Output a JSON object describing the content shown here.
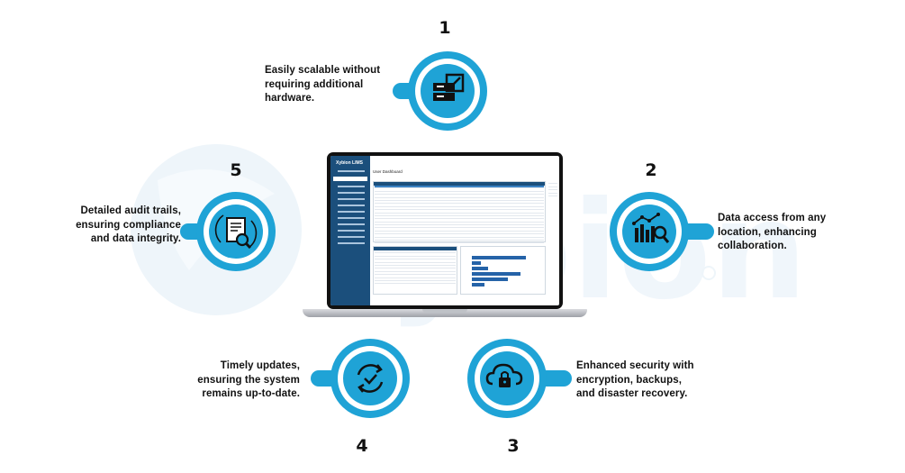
{
  "features": [
    {
      "number": "1",
      "text_lines": [
        "Easily scalable without",
        "requiring additional",
        "hardware."
      ],
      "icon": "server-scale-icon"
    },
    {
      "number": "2",
      "text_lines": [
        "Data access from any",
        "location, enhancing",
        "collaboration."
      ],
      "icon": "data-search-icon"
    },
    {
      "number": "3",
      "text_lines": [
        "Enhanced security with",
        "encryption, backups,",
        "and disaster recovery."
      ],
      "icon": "cloud-lock-icon"
    },
    {
      "number": "4",
      "text_lines": [
        "Timely updates,",
        "ensuring the system",
        "remains up-to-date."
      ],
      "icon": "sync-check-icon"
    },
    {
      "number": "5",
      "text_lines": [
        "Detailed audit trails,",
        "ensuring compliance",
        "and data integrity."
      ],
      "icon": "audit-document-icon"
    }
  ],
  "laptop": {
    "app_logo": "Xybion LIMS",
    "page_title": "User Dashboard"
  },
  "colors": {
    "accent": "#1fa3d6",
    "icon_fill": "#ffffff",
    "text": "#111111",
    "watermark": "#eef5fa"
  }
}
